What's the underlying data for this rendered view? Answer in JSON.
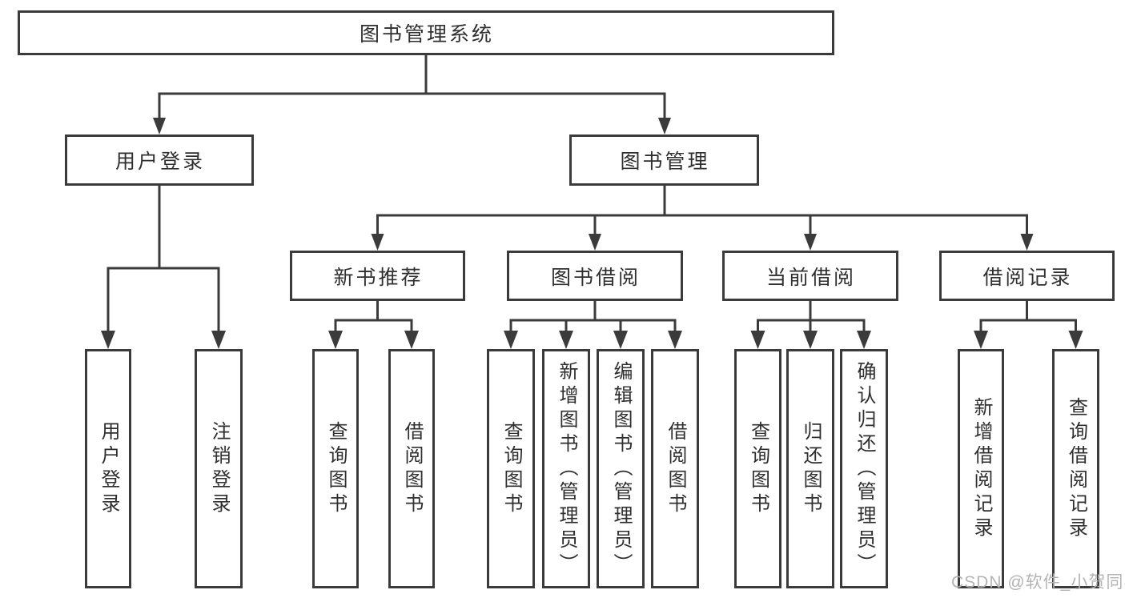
{
  "diagram": {
    "root": {
      "label": "图书管理系统",
      "children": [
        {
          "label": "用户登录",
          "children": [
            {
              "label": "用户登录"
            },
            {
              "label": "注销登录"
            }
          ]
        },
        {
          "label": "图书管理",
          "children": [
            {
              "label": "新书推荐",
              "children": [
                {
                  "label": "查询图书"
                },
                {
                  "label": "借阅图书"
                }
              ]
            },
            {
              "label": "图书借阅",
              "children": [
                {
                  "label": "查询图书"
                },
                {
                  "label": "新增图书（管理员）"
                },
                {
                  "label": "编辑图书（管理员）"
                },
                {
                  "label": "借阅图书"
                }
              ]
            },
            {
              "label": "当前借阅",
              "children": [
                {
                  "label": "查询图书"
                },
                {
                  "label": "归还图书"
                },
                {
                  "label": "确认归还（管理员）"
                }
              ]
            },
            {
              "label": "借阅记录",
              "children": [
                {
                  "label": "新增借阅记录"
                },
                {
                  "label": "查询借阅记录"
                }
              ]
            }
          ]
        }
      ]
    },
    "watermark": "CSDN @软件_小贺同学",
    "colors": {
      "line": "#3b3b3b",
      "text": "#2f2f2f",
      "watermark": "#b4b4b4",
      "background": "#ffffff"
    }
  }
}
